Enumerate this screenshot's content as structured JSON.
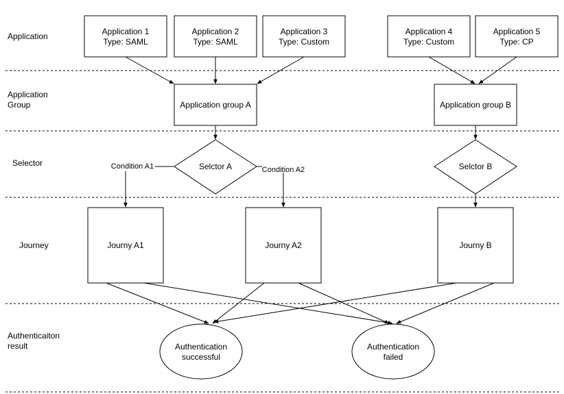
{
  "lanes": {
    "application": "Application",
    "group_line1": "Application",
    "group_line2": "Group",
    "selector": "Selector",
    "journey": "Journey",
    "result_line1": "Authenticaiton",
    "result_line2": "result"
  },
  "applications": [
    {
      "name": "Application 1",
      "type": "Type: SAML"
    },
    {
      "name": "Application 2",
      "type": "Type: SAML"
    },
    {
      "name": "Application 3",
      "type": "Type: Custom"
    },
    {
      "name": "Application 4",
      "type": "Type: Custom"
    },
    {
      "name": "Application 5",
      "type": "Type: CP"
    }
  ],
  "groups": {
    "a": "Application group A",
    "b": "Application group B"
  },
  "selectors": {
    "a": "Selctor A",
    "b": "Selctor B"
  },
  "conditions": {
    "a1": "Condition A1",
    "a2": "Condition A2"
  },
  "journeys": {
    "a1": "Journy A1",
    "a2": "Journy A2",
    "b": "Journy B"
  },
  "results": {
    "success_line1": "Authentication",
    "success_line2": "successful",
    "failed_line1": "Authentication",
    "failed_line2": "failed"
  }
}
